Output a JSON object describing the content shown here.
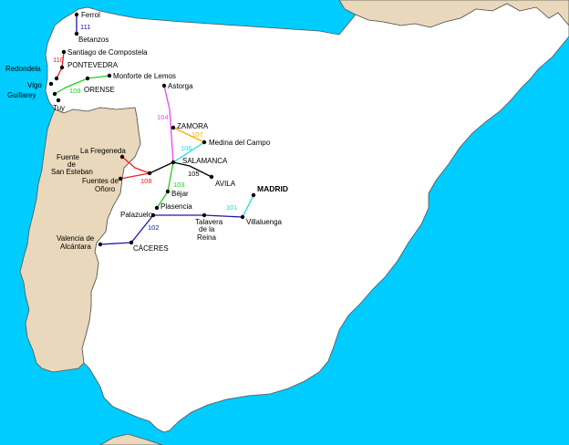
{
  "colors": {
    "sea": "#00ccff",
    "spain": "#ffffff",
    "portugal": "#e9d8bb",
    "france": "#e9d8bb",
    "africa": "#e9d8bb",
    "coast": "#555555"
  },
  "cities": {
    "ferrol": "Ferrol",
    "betanzos": "Betanzos",
    "santiago": "Santiago de Compostela",
    "redondela": "Redondela",
    "pontevedra": "PONTEVEDRA",
    "monforte": "Monforte de Lemos",
    "vigo": "Vigo",
    "guillarey": "Guillarey",
    "orense": "ORENSE",
    "tuy": "Tuy",
    "astorga": "Astorga",
    "zamora": "ZAMORA",
    "medina": "Medina del Campo",
    "fregeneda": "La Fregeneda",
    "fuente1": "Fuente",
    "fuente2": "de",
    "fuente3": "San Esteban",
    "salamanca": "SALAMANCA",
    "fuentes1": "Fuentes de",
    "fuentes2": "Oñoro",
    "avila": "AVILA",
    "madrid": "MADRID",
    "bejar": "Béjar",
    "plasencia": "Plasencia",
    "palazuelo": "Palazuelo",
    "talavera1": "Talavera",
    "talavera2": "de la",
    "talavera3": "Reina",
    "villaluenga": "Villaluenga",
    "valencia1": "Valencia de",
    "valencia2": "Alcántara",
    "caceres": "CÁCERES"
  },
  "routes": {
    "r111": "111",
    "r110": "110",
    "r109": "109",
    "r104": "104",
    "r107": "107",
    "r106": "106",
    "r105": "105",
    "r108": "108",
    "r103": "103",
    "r101": "101",
    "r102": "102"
  },
  "route_colors": {
    "r111": "#1a1aaa",
    "r110": "#ee2222",
    "r109": "#22cc22",
    "r104": "#ee44ee",
    "r107": "#ffaa00",
    "r106": "#22dddd",
    "r105": "#000000",
    "r108": "#ee2222",
    "r103": "#22cc22",
    "r101": "#22dddd",
    "r102": "#1a1aaa"
  }
}
